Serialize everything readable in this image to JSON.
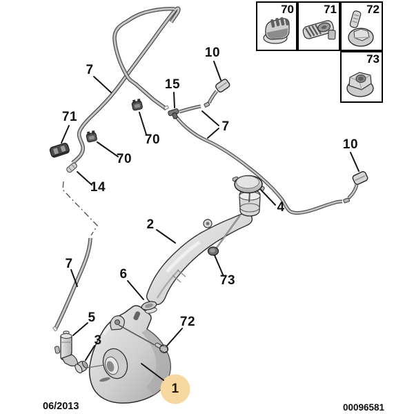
{
  "document": {
    "date": "06/2013",
    "doc_number": "00096581"
  },
  "legend": {
    "items": [
      {
        "label": "70"
      },
      {
        "label": "71"
      },
      {
        "label": "72"
      },
      {
        "label": "73"
      }
    ]
  },
  "callouts": {
    "c7_top": "7",
    "c10_top": "10",
    "c15": "15",
    "c71": "71",
    "c70_a": "70",
    "c70_b": "70",
    "c7_right": "7",
    "c10_right": "10",
    "c14": "14",
    "c2": "2",
    "c4": "4",
    "c73": "73",
    "c7_left": "7",
    "c6": "6",
    "c5": "5",
    "c3": "3",
    "c72": "72",
    "c1": "1"
  },
  "colors": {
    "highlight": "#f6d8a0",
    "paper": "#ffffff",
    "line": "#141414",
    "tube_edge": "#4a4a4a",
    "tube_fill": "#c6c6c6"
  }
}
